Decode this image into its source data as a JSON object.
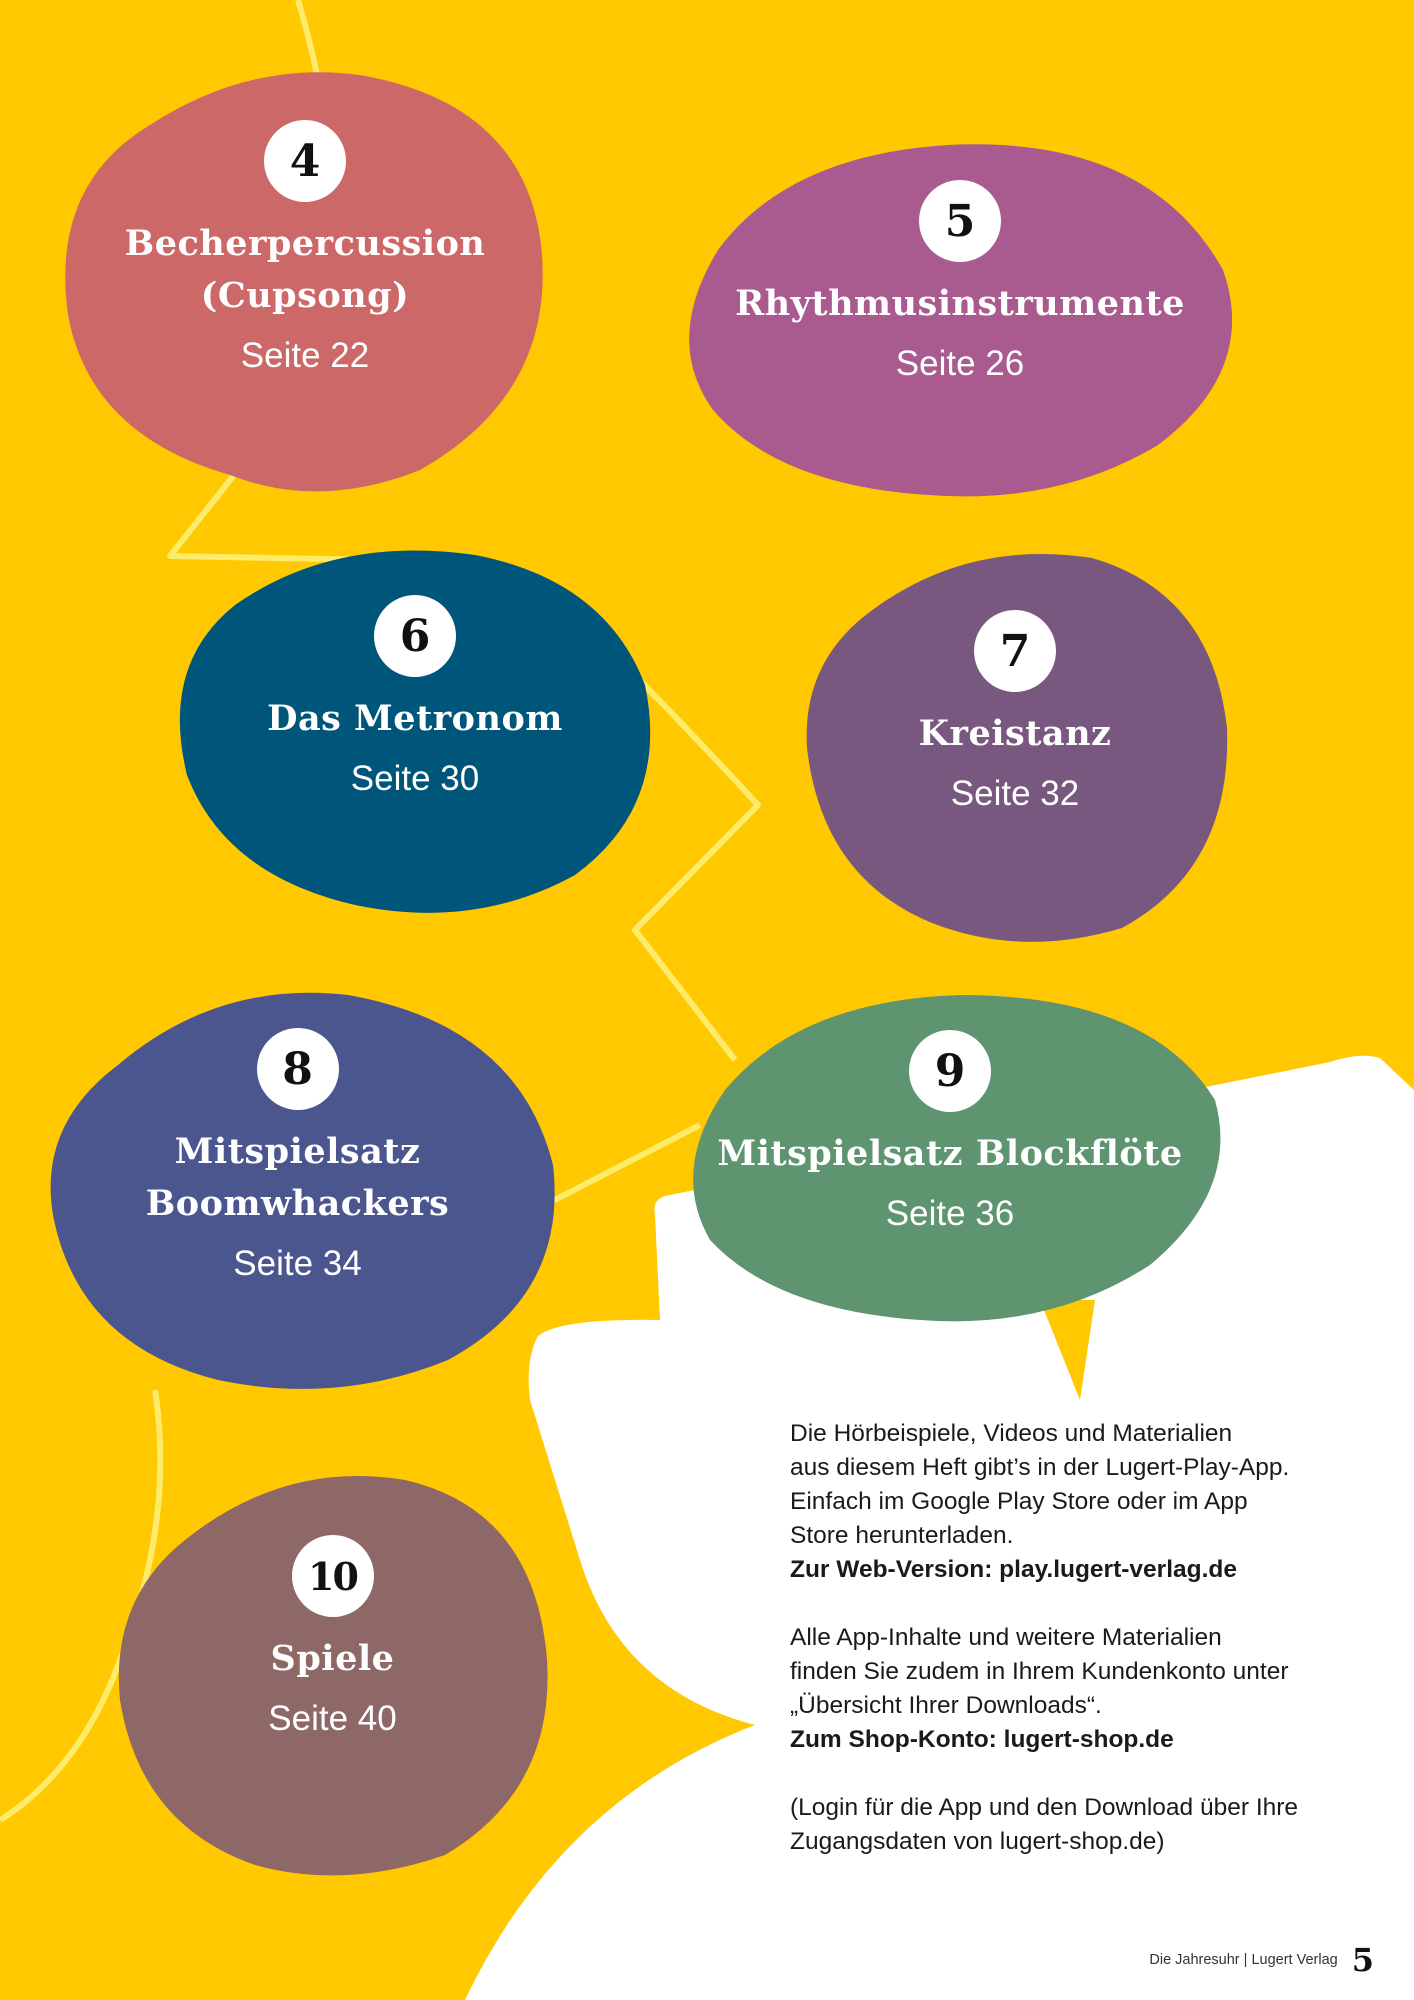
{
  "colors": {
    "background": "#FFC800",
    "line": "#FDEB6A",
    "bubble_4": "#CD6868",
    "bubble_5": "#A95A8F",
    "bubble_6": "#00557A",
    "bubble_7": "#79587F",
    "bubble_8": "#4B568E",
    "bubble_9": "#5E9470",
    "bubble_10": "#8E6767"
  },
  "topics": [
    {
      "number": "4",
      "title_lines": [
        "Becherpercussion",
        "(Cupsong)"
      ],
      "page": "Seite 22"
    },
    {
      "number": "5",
      "title_lines": [
        "Rhythmusinstrumente"
      ],
      "page": "Seite 26"
    },
    {
      "number": "6",
      "title_lines": [
        "Das Metronom"
      ],
      "page": "Seite 30"
    },
    {
      "number": "7",
      "title_lines": [
        "Kreistanz"
      ],
      "page": "Seite 32"
    },
    {
      "number": "8",
      "title_lines": [
        "Mitspielsatz",
        "Boomwhackers"
      ],
      "page": "Seite 34"
    },
    {
      "number": "9",
      "title_lines": [
        "Mitspielsatz Blockflöte"
      ],
      "page": "Seite 36"
    },
    {
      "number": "10",
      "title_lines": [
        "Spiele"
      ],
      "page": "Seite 40"
    }
  ],
  "info": {
    "app_lines": [
      "Die Hörbeispiele, Videos und Materialien",
      "aus diesem Heft gibt’s in der Lugert-Play-App.",
      "Einfach im Google Play Store oder im App",
      "Store herunterladen."
    ],
    "web_link": "Zur Web-Version: play.lugert-verlag.de",
    "shop_lines": [
      "Alle App-Inhalte und weitere Materialien",
      "finden Sie zudem in Ihrem Kundenkonto unter",
      "„Übersicht Ihrer Downloads“."
    ],
    "shop_link": "Zum Shop-Konto: lugert-shop.de",
    "login_lines": [
      "(Login für die App und den Download über Ihre",
      "Zugangsdaten von lugert-shop.de)"
    ]
  },
  "footer": {
    "text": "Die Jahresuhr | Lugert Verlag",
    "page_number": "5"
  }
}
